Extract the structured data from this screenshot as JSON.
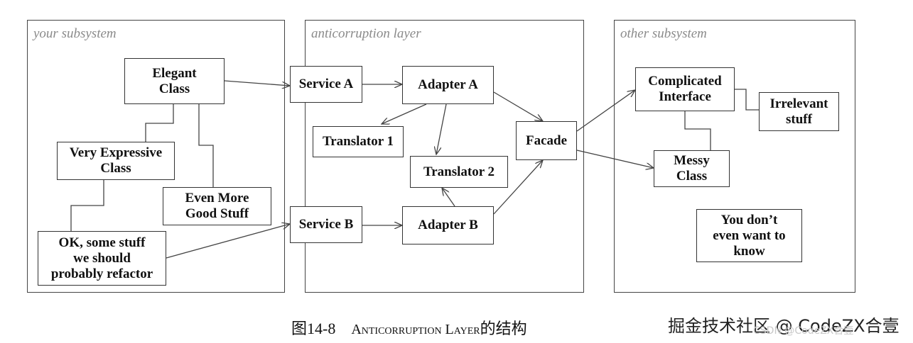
{
  "panels": {
    "your": "your subsystem",
    "acl": "anticorruption layer",
    "other": "other subsystem"
  },
  "boxes": {
    "elegant": "Elegant\nClass",
    "very_expressive": "Very Expressive\nClass",
    "even_more": "Even More\nGood Stuff",
    "ok_refactor": "OK, some stuff\nwe should\nprobably refactor",
    "service_a": "Service A",
    "adapter_a": "Adapter A",
    "translator_1": "Translator 1",
    "translator_2": "Translator 2",
    "facade": "Facade",
    "service_b": "Service B",
    "adapter_b": "Adapter B",
    "complicated": "Complicated\nInterface",
    "irrelevant": "Irrelevant\nstuff",
    "messy": "Messy\nClass",
    "dont_want": "You don’t\neven want to\nknow"
  },
  "caption": {
    "number": "图14-8",
    "title": "Anticorruption Layer",
    "suffix": "的结构"
  },
  "watermark": "掘金技术社区 @ CodeZX合壹",
  "watermark_faint": "CSDN @CodeZX合壹"
}
